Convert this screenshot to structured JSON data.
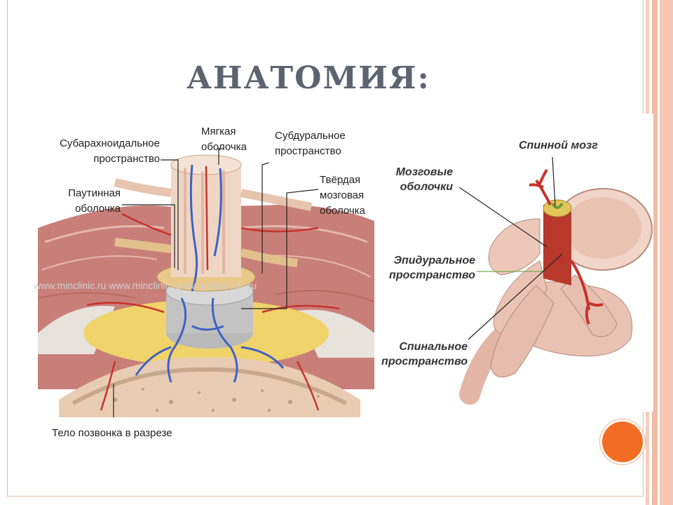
{
  "slide": {
    "title": "АНАТОМИЯ:"
  },
  "left_figure": {
    "labels": {
      "subarachnoid_line1": "Субарахноидальное",
      "subarachnoid_line2": "пространство",
      "pia_line1": "Мягкая",
      "pia_line2": "оболочка",
      "subdural_line1": "Субдуральное",
      "subdural_line2": "пространство",
      "arachnoid_line1": "Паутинная",
      "arachnoid_line2": "оболочка",
      "dura_line1": "Твёрдая",
      "dura_line2": "мозговая",
      "dura_line3": "оболочка"
    },
    "caption": "Тело позвонка в разрезе",
    "watermark": "www.minclinic.ru  www.minclinic.ru  www.minclinic.ru"
  },
  "right_figure": {
    "labels": {
      "spinal_cord": "Спинной мозг",
      "meninges_line1": "Мозговые",
      "meninges_line2": "оболочки",
      "epidural_line1": "Эпидуральное",
      "epidural_line2": "пространство",
      "spinal_space_line1": "Спинальное",
      "spinal_space_line2": "пространство"
    }
  },
  "colors": {
    "title": "#5d6470",
    "accent_orange": "#f26c24",
    "stripe_salmon": "#f2b9a3"
  }
}
